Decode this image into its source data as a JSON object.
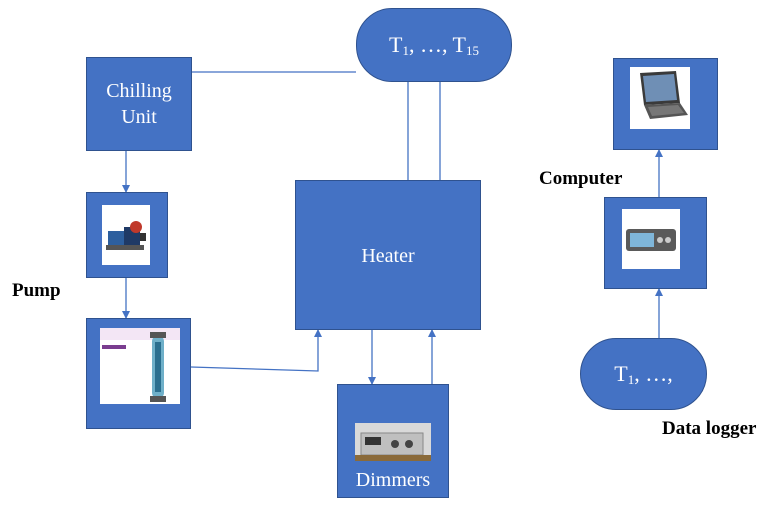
{
  "nodes": {
    "chilling_unit": {
      "label": "Chilling\nUnit"
    },
    "sensor_top": {
      "label_prefix": "T",
      "label_sub1": "1",
      "label_mid": ", …, T",
      "label_sub2": "15"
    },
    "heater": {
      "label": "Heater"
    },
    "dimmers": {
      "label": "Dimmers"
    },
    "sensor_logger": {
      "label_prefix": "T",
      "label_sub1": "1",
      "label_mid": ", …,"
    }
  },
  "labels": {
    "pump": "Pump",
    "computer": "Computer",
    "data_logger": "Data logger"
  },
  "colors": {
    "box_fill": "#4472c4",
    "box_border": "#2f528f",
    "line": "#4472c4"
  },
  "icons": [
    "pump-photo",
    "flow-meter-photo",
    "dimmer-photo",
    "data-logger-photo",
    "laptop-photo"
  ]
}
